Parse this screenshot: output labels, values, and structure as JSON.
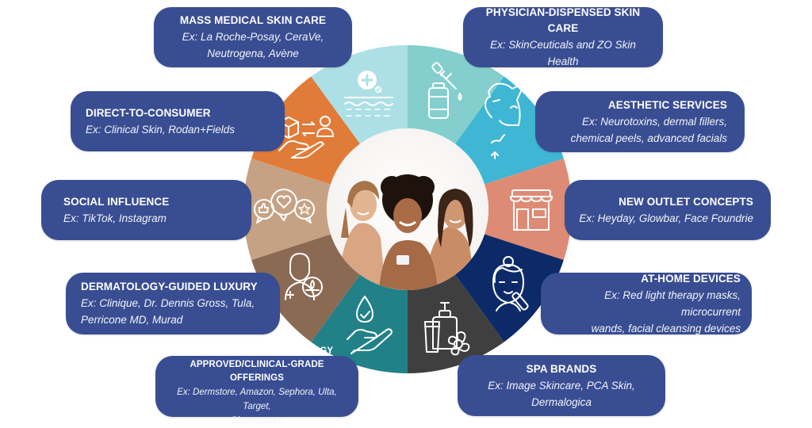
{
  "diagram": {
    "type": "segmented-wheel",
    "center_image": "three smiling women applying skin care cream",
    "colors": {
      "box_background": "#394d92",
      "box_text": "#ffffff"
    },
    "segments": [
      {
        "id": "physician-dispensed",
        "color": "#84cfcd",
        "icon": "dropper-bottle-icon"
      },
      {
        "id": "aesthetic-services",
        "color": "#3fb6d4",
        "icon": "face-profile-lift-icon"
      },
      {
        "id": "new-outlet",
        "color": "#de8b76",
        "icon": "storefront-icon"
      },
      {
        "id": "at-home-devices",
        "color": "#0d2a68",
        "icon": "face-device-icon"
      },
      {
        "id": "spa-brands",
        "color": "#3f3f40",
        "icon": "spa-products-flower-icon"
      },
      {
        "id": "retailers",
        "color": "#218187",
        "icon": "hand-drop-check-icon"
      },
      {
        "id": "dermatology-luxury",
        "color": "#8b6a54",
        "icon": "doctor-skin-icon"
      },
      {
        "id": "social-influence",
        "color": "#c6a284",
        "icon": "social-bubbles-icon"
      },
      {
        "id": "direct-to-consumer",
        "color": "#e17b38",
        "icon": "box-exchange-hand-icon"
      },
      {
        "id": "mass-medical",
        "color": "#ace0e6",
        "icon": "medical-cross-skin-icon"
      }
    ]
  },
  "boxes": {
    "mass_medical": {
      "title": "MASS MEDICAL SKIN CARE",
      "ex1": "Ex: La Roche-Posay, CeraVe,",
      "ex2": "Neutrogena, Avène"
    },
    "physician_dispensed": {
      "title": "PHYSICIAN-DISPENSED SKIN CARE",
      "ex1": "Ex: SkinCeuticals and ZO Skin Health"
    },
    "direct_to_consumer": {
      "title": "DIRECT-TO-CONSUMER",
      "ex1": "Ex: Clinical Skin, Rodan+Fields"
    },
    "aesthetic_services": {
      "title": "AESTHETIC SERVICES",
      "ex1": "Ex: Neurotoxins, dermal fillers,",
      "ex2": "chemical peels, advanced facials"
    },
    "social_influence": {
      "title": "SOCIAL INFLUENCE",
      "ex1": "Ex: TikTok, Instagram"
    },
    "new_outlet": {
      "title": "NEW OUTLET CONCEPTS",
      "ex1": "Ex: Heyday, Glowbar, Face Foundrie"
    },
    "dermatology_luxury": {
      "title": "DERMATOLOGY-GUIDED LUXURY",
      "ex1": "Ex: Clinique, Dr. Dennis Gross, Tula,",
      "ex2": "Perricone MD, Murad"
    },
    "at_home_devices": {
      "title": "AT-HOME DEVICES",
      "ex1": "Ex: Red light therapy masks, microcurrent",
      "ex2": "wands, facial cleansing devices"
    },
    "retailers": {
      "title1": "RETAILERS WITH DERMATOLOGY",
      "title2": "APPROVED/CLINICAL-GRADE OFFERINGS",
      "ex1": "Ex: Dermstore, Amazon, Sephora, Ulta, Target,",
      "ex2": "Bluemercury"
    },
    "spa_brands": {
      "title": "SPA BRANDS",
      "ex1": "Ex: Image Skincare, PCA Skin,",
      "ex2": "Dermalogica"
    }
  }
}
